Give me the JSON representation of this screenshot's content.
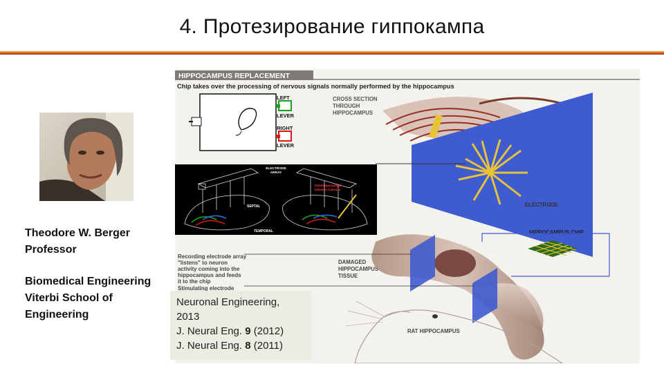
{
  "slide": {
    "title": "4. Протезирование гиппокампа"
  },
  "person": {
    "name": "Theodore W. Berger",
    "position": "Professor",
    "department": "Biomedical Engineering",
    "school_line1": "Viterbi School of",
    "school_line2": "Engineering"
  },
  "figure": {
    "header": "HIPPOCAMPUS REPLACEMENT",
    "subheader": "Chip takes over the processing of nervous signals normally performed by the hippocampus",
    "left_lever": [
      "LEFT",
      "LEVER"
    ],
    "right_lever": [
      "RIGHT",
      "LEVER"
    ],
    "cross_section": [
      "CROSS SECTION",
      "THROUGH",
      "HIPPOCAMPUS"
    ],
    "electrode": "ELECTRODE",
    "chip": "HIPPOCAMPUS CHIP",
    "recording": [
      "Recording electrode array",
      "\"listens\" to neuron",
      "activity coming into the",
      "hippocampus and feeds",
      "it to the chip"
    ],
    "stimulating": "Stimulating electrode",
    "damaged": [
      "DAMAGED",
      "HIPPOCAMPUS",
      "TISSUE"
    ],
    "rat_hippocampus": "RAT HIPPOCAMPUS",
    "inset": {
      "array": [
        "ELECTRODE",
        "ARRAY"
      ],
      "septal": "SEPTAL",
      "temporal": "TEMPORAL",
      "note": [
        "Intrahippocampal",
        "Infusion Cannula"
      ]
    }
  },
  "references": {
    "line1": "Neuronal Engineering,",
    "line2": "2013",
    "ref1_prefix": "J. Neural Eng. ",
    "ref1_volume": "9",
    "ref1_year": " (2012)",
    "ref2_prefix": "J. Neural Eng. ",
    "ref2_volume": "8",
    "ref2_year": " (2011)"
  },
  "colors": {
    "accent_rule": "#d8701a",
    "electrode_blue": "#3f5bd0",
    "hippocampus_tan": "#c4a89a"
  }
}
